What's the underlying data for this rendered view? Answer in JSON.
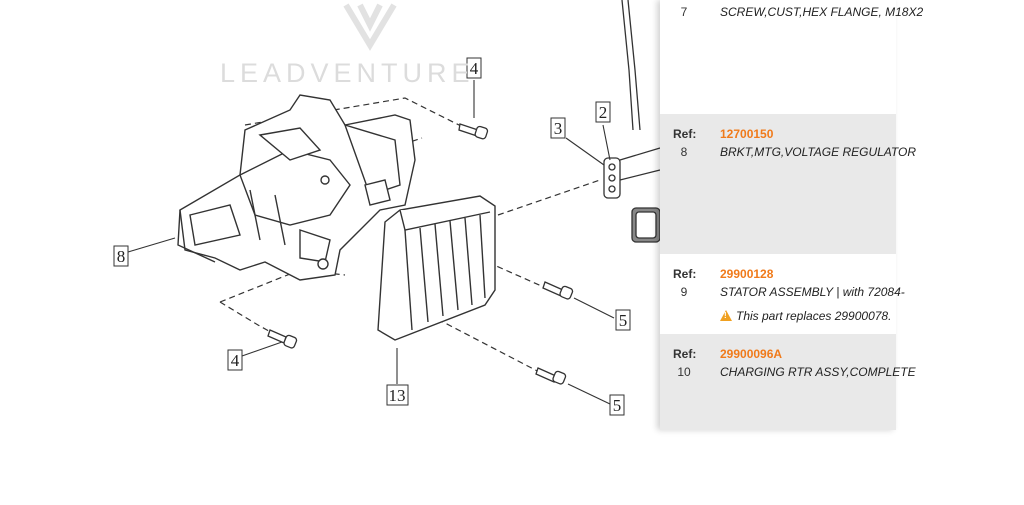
{
  "watermark": {
    "brand": "LEADVENTURE"
  },
  "diagram": {
    "callouts": [
      {
        "id": "c4a",
        "label": "4"
      },
      {
        "id": "c2",
        "label": "2"
      },
      {
        "id": "c3",
        "label": "3"
      },
      {
        "id": "c8",
        "label": "8"
      },
      {
        "id": "c5a",
        "label": "5"
      },
      {
        "id": "c4b",
        "label": "4"
      },
      {
        "id": "c13",
        "label": "13"
      },
      {
        "id": "c5b",
        "label": "5"
      }
    ]
  },
  "parts_panel": {
    "ref_label": "Ref:",
    "rows": [
      {
        "item": "7",
        "ref": "",
        "description": "SCREW,CUST,HEX FLANGE, M18X2"
      },
      {
        "item": "8",
        "ref": "12700150",
        "description": "BRKT,MTG,VOLTAGE REGULATOR"
      },
      {
        "item": "9",
        "ref": "29900128",
        "description": "STATOR ASSEMBLY | with 72084-",
        "note": "This part replaces 29900078."
      },
      {
        "item": "10",
        "ref": "29900096A",
        "description": "CHARGING RTR ASSY,COMPLETE"
      }
    ]
  }
}
